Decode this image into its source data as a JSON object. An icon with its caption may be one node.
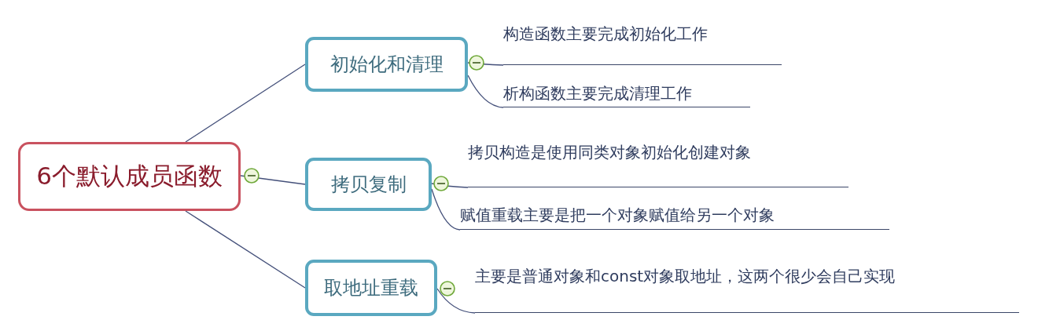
{
  "diagram": {
    "nodes": [
      {
        "text": [
          "6个默认成员函数"
        ]
      },
      {
        "text": [
          "初始化和清理"
        ]
      },
      {
        "text": [
          "构造函数主要完成初始化工作"
        ]
      },
      {
        "text": [
          "析构函数主要完成清理工作"
        ]
      },
      {
        "text": [
          "拷贝复制"
        ]
      },
      {
        "text": [
          "拷贝构造是使用同类对象初始化创建对象"
        ]
      },
      {
        "text": [
          "赋值重载主要是把一个对象赋值给另一个对象"
        ]
      },
      {
        "text": [
          "取地址重载"
        ]
      },
      {
        "text": [
          "主要是普通对象和const对象取地址，这两个很少会自己实现"
        ]
      }
    ],
    "edges": [
      {
        "from": 0,
        "to": 1,
        "arrow": "none"
      },
      {
        "from": 0,
        "to": 4,
        "arrow": "none"
      },
      {
        "from": 0,
        "to": 7,
        "arrow": "none"
      },
      {
        "from": 1,
        "to": 2,
        "arrow": "none"
      },
      {
        "from": 1,
        "to": 3,
        "arrow": "none"
      },
      {
        "from": 4,
        "to": 5,
        "arrow": "none"
      },
      {
        "from": 4,
        "to": 6,
        "arrow": "none"
      },
      {
        "from": 7,
        "to": 8,
        "arrow": "none"
      }
    ]
  }
}
